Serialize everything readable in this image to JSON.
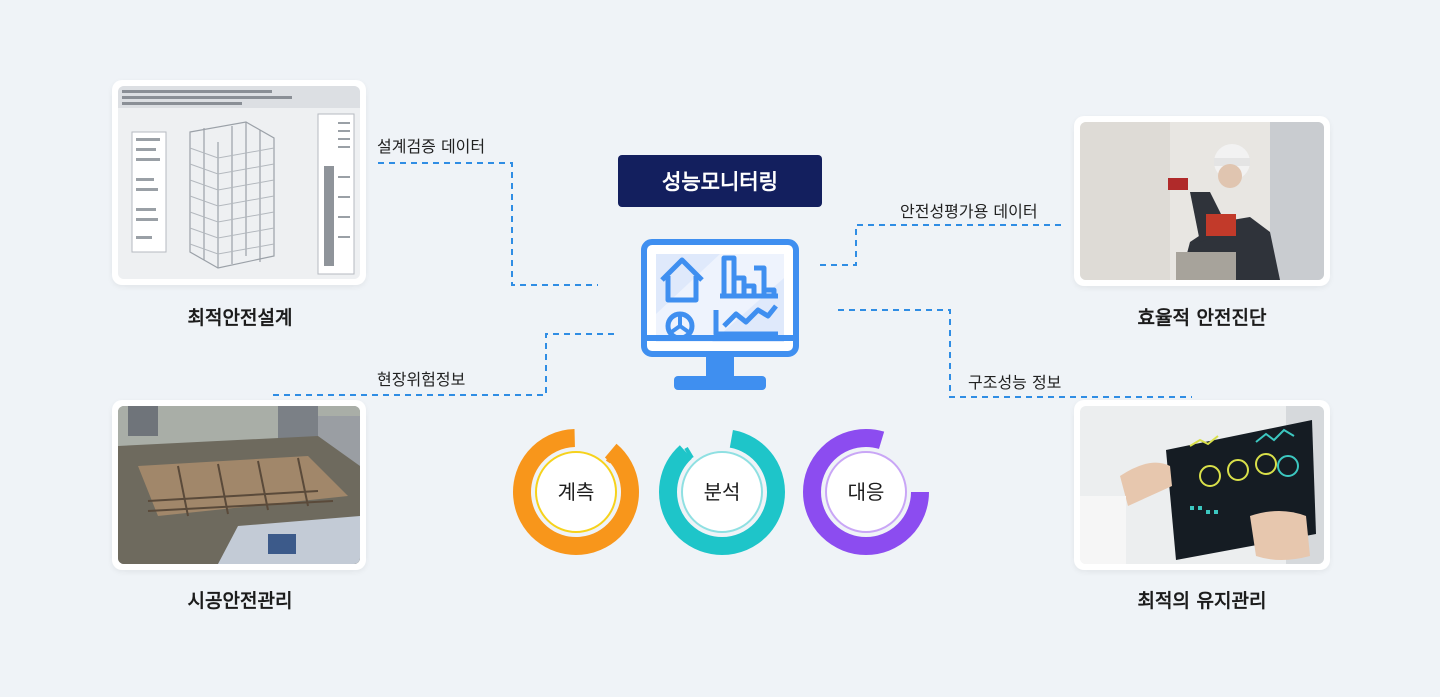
{
  "center": {
    "title": "성능모니터링",
    "rings": [
      {
        "label": "계측",
        "color": "#f8961b"
      },
      {
        "label": "분석",
        "color": "#1ec5c9"
      },
      {
        "label": "대응",
        "color": "#8c4cf0"
      }
    ]
  },
  "nodes": {
    "top_left": {
      "caption": "최적안전설계",
      "image": "structural-analysis-software-screenshot"
    },
    "bottom_left": {
      "caption": "시공안전관리",
      "image": "construction-site-aerial-photo"
    },
    "top_right": {
      "caption": "효율적 안전진단",
      "image": "worker-inspecting-wall-photo"
    },
    "bottom_right": {
      "caption": "최적의 유지관리",
      "image": "tablet-dashboard-photo"
    }
  },
  "flows": {
    "design_data": "설계검증 데이터",
    "site_risk": "현장위험정보",
    "safety_data": "안전성평가용 데이터",
    "structure_info": "구조성능 정보"
  },
  "colors": {
    "accent_dash": "#2f8de4",
    "badge_bg": "#131f5e",
    "monitor_blue": "#3f8ff0"
  }
}
